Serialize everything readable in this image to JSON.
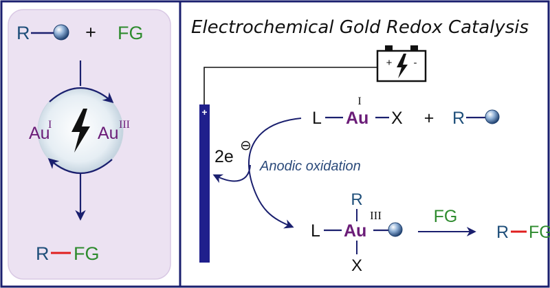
{
  "title": "Electrochemical Gold Redox Catalysis",
  "left_panel": {
    "reactant_r": "R",
    "plus": "+",
    "reactant_fg": "FG",
    "cycle_left_metal": "Au",
    "cycle_left_ox": "I",
    "cycle_right_metal": "Au",
    "cycle_right_ox": "III",
    "product_r": "R",
    "product_fg": "FG",
    "icon": "lightning-bolt-icon"
  },
  "main": {
    "electrode_sign": "+",
    "battery_plus": "+",
    "battery_minus": "-",
    "electrons": "2e",
    "electron_charge": "⊖",
    "anodic_label": "Anodic oxidation",
    "complex1": {
      "ligand": "L",
      "metal": "Au",
      "ox": "I",
      "anion": "X"
    },
    "plus": "+",
    "reagent_r": "R",
    "complex2": {
      "ligand": "L",
      "metal": "Au",
      "ox": "III",
      "top": "R",
      "bottom": "X"
    },
    "arrow_reagent": "FG",
    "product_r": "R",
    "product_fg": "FG"
  },
  "colors": {
    "navy": "#1a1f6e",
    "r_blue": "#1f4f7a",
    "fg_green": "#2e8b2e",
    "gold_purple": "#6b1d78",
    "bond_red": "#e01e1e",
    "panel_bg": "#ece2f2",
    "label_blue": "#2b4a7a"
  }
}
